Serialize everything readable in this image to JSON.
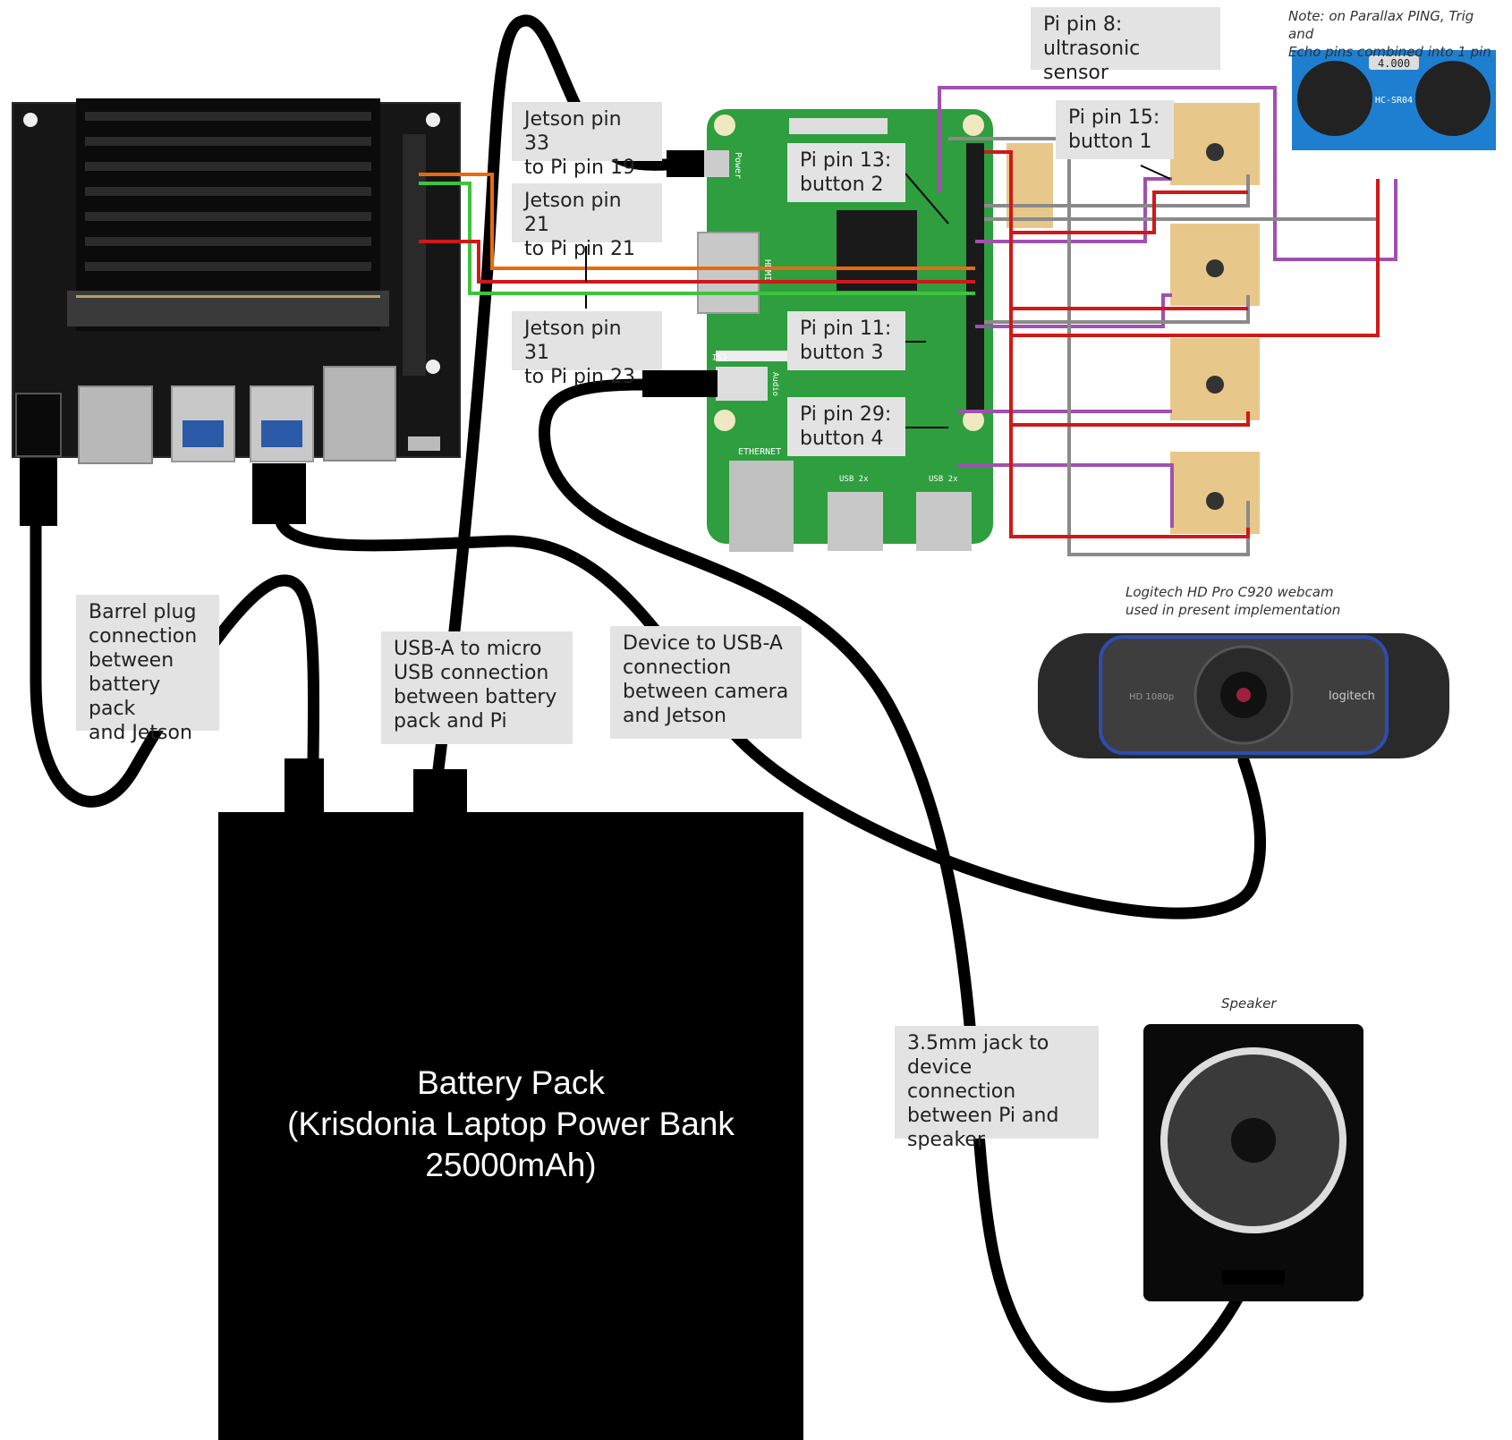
{
  "battery": {
    "line1": "Battery Pack",
    "line2": "(Krisdonia Laptop Power Bank",
    "line3": "25000mAh)"
  },
  "labels": {
    "jetson33": [
      "Jetson pin 33",
      "to Pi pin 19"
    ],
    "jetson21": [
      "Jetson pin 21",
      "to Pi pin 21"
    ],
    "jetson31": [
      "Jetson pin 31",
      "to Pi pin 23"
    ],
    "pi13": [
      "Pi pin 13:",
      "button 2"
    ],
    "pi11": [
      "Pi pin 11:",
      "button 3"
    ],
    "pi29": [
      "Pi pin 29:",
      "button 4"
    ],
    "pi8": [
      "Pi pin 8:",
      "ultrasonic sensor"
    ],
    "pi15": [
      "Pi pin 15:",
      "button 1"
    ],
    "barrel": [
      "Barrel plug",
      "connection",
      "between",
      "battery pack",
      "and Jetson"
    ],
    "usb_micro": [
      "USB-A to micro",
      "USB connection",
      "between battery",
      "pack and Pi"
    ],
    "cam_usb": [
      "Device to USB-A",
      "connection",
      "between camera",
      "and Jetson"
    ],
    "jack": [
      "3.5mm jack to",
      "device connection",
      "between Pi and",
      "speaker"
    ]
  },
  "notes": {
    "ping": [
      "Note: on Parallax PING, Trig and",
      "Echo pins combined into 1 pin"
    ],
    "webcam": [
      "Logitech HD Pro C920 webcam",
      "used in present implementation"
    ],
    "speaker": "Speaker"
  },
  "board_text": {
    "webcam_brand": "logitech",
    "webcam_res": "HD 1080p",
    "sensor_display": "4.000",
    "sensor_model": "HC-SR04",
    "pi_power": "Power",
    "pi_hdmi": "HDMI",
    "pi_camera": "CSI (CAMERA)",
    "pi_audio": "Audio",
    "pi_ethernet": "ETHERNET",
    "pi_usb1": "USB 2x",
    "pi_usb2": "USB 2x"
  },
  "colors": {
    "cable": "#000000",
    "pi_board": "#2e9e3e",
    "orange_wire": "#e86a10",
    "red_wire": "#d01818",
    "green_wire": "#3cc43c",
    "purple_wire": "#a050b0",
    "gray_wire": "#8a8a8a",
    "label_bg": "#e3e3e3",
    "sensor_blue": "#1e7fd0"
  }
}
